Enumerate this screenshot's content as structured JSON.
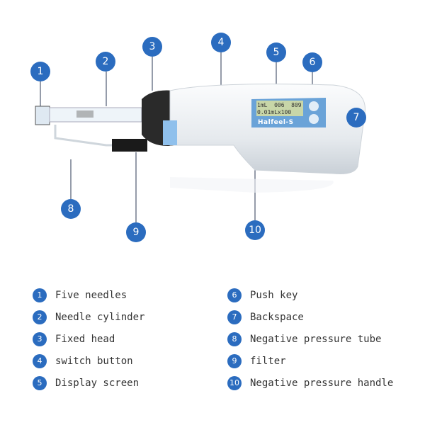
{
  "device": {
    "brand": "Halfeel-S",
    "display_line1": "1mL  006  809",
    "display_line2": "0.01mLx100"
  },
  "colors": {
    "callout": "#2b6cbf",
    "screen": "#6aa3d8",
    "body": "#eef1f4"
  },
  "callouts": [
    "1",
    "2",
    "3",
    "4",
    "5",
    "6",
    "7",
    "8",
    "9",
    "10"
  ],
  "legend": [
    {
      "num": "1",
      "label": "Five needles"
    },
    {
      "num": "2",
      "label": "Needle cylinder"
    },
    {
      "num": "3",
      "label": "Fixed head"
    },
    {
      "num": "4",
      "label": "switch button"
    },
    {
      "num": "5",
      "label": "Display screen"
    },
    {
      "num": "6",
      "label": "Push key"
    },
    {
      "num": "7",
      "label": "Backspace"
    },
    {
      "num": "8",
      "label": "Negative pressure tube"
    },
    {
      "num": "9",
      "label": "filter"
    },
    {
      "num": "10",
      "label": "Negative pressure handle"
    }
  ]
}
